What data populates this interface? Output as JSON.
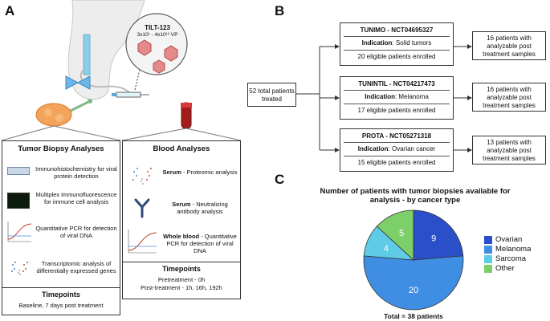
{
  "panels": {
    "a": "A",
    "b": "B",
    "c": "C"
  },
  "virus": {
    "name": "TILT-123",
    "dose": "3x10¹ - 4x10¹² VP"
  },
  "tumor": {
    "title": "Tumor Biopsy Analyses",
    "items": [
      "Immunohistochemistry for viral protein detection",
      "Multiplex immunofluorescence for immune cell analysis",
      "Quantitative PCR for detection of viral DNA",
      "Transcriptomic analysis of differentially expressed genes"
    ],
    "timepoints_title": "Timepoints",
    "timepoints": "Baseline, 7 days post treatment"
  },
  "blood": {
    "title": "Blood Analyses",
    "items": [
      {
        "bold": "Serum",
        "text": " - Proteomic analysis"
      },
      {
        "bold": "Serum",
        "text": " - Neutralizing antibody analysis"
      },
      {
        "bold": "Whole blood",
        "text": " - Quantitative PCR for detection of viral DNA"
      }
    ],
    "timepoints_title": "Timepoints",
    "timepoints_1": "Pretreatment - 0h",
    "timepoints_2": "Post-treatment - 1h, 16h, 192h"
  },
  "trials": {
    "total_1": "52 total patients",
    "total_2": "treated",
    "list": [
      {
        "name": "TUNIMO - NCT04695327",
        "indication_label": "Indication",
        "indication": ": Solid tumors",
        "enrolled": "20 eligible patients enrolled",
        "result": "16 patients with analyzable post treatment samples"
      },
      {
        "name": "TUNINTIL - NCT04217473",
        "indication_label": "Indication",
        "indication": ": Melanoma",
        "enrolled": "17 eligible patients enrolled",
        "result": "16 patients with analyzable post treatment samples"
      },
      {
        "name": "PROTA - NCT05271318",
        "indication_label": "Indication",
        "indication": ": Ovarian cancer",
        "enrolled": "15 eligible patients enrolled",
        "result": "13 patients with analyzable post treatment samples"
      }
    ]
  },
  "chart_data": {
    "type": "pie",
    "title": "Number of patients with tumor biopsies available for analysis - by cancer type",
    "categories": [
      "Ovarian",
      "Melanoma",
      "Sarcoma",
      "Other"
    ],
    "values": [
      9,
      20,
      4,
      5
    ],
    "colors": [
      "#2a4fc8",
      "#3f8ee3",
      "#5ecbe7",
      "#7dcf6a"
    ],
    "footer": "Total = 38 patients",
    "legend_position": "right"
  }
}
